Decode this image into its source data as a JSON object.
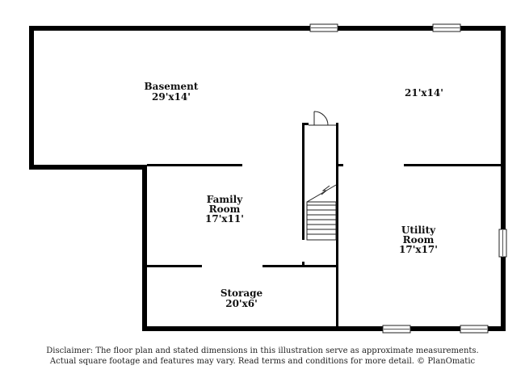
{
  "rooms": {
    "basement_name": "Basement",
    "basement_dims": "29'x14'",
    "east_dims": "21'x14'",
    "family_name_1": "Family",
    "family_name_2": "Room",
    "family_dims": "17'x11'",
    "utility_name_1": "Utility",
    "utility_name_2": "Room",
    "utility_dims": "17'x17'",
    "storage_name": "Storage",
    "storage_dims": "20'x6'"
  },
  "disclaimer": {
    "line1": "Disclaimer: The floor plan and stated dimensions in this illustration serve as approximate measurements.",
    "line2": "Actual square footage and features may vary. Read terms and conditions for more detail. © PlanOmatic"
  },
  "colors": {
    "wall": "#000000",
    "background": "#ffffff"
  }
}
